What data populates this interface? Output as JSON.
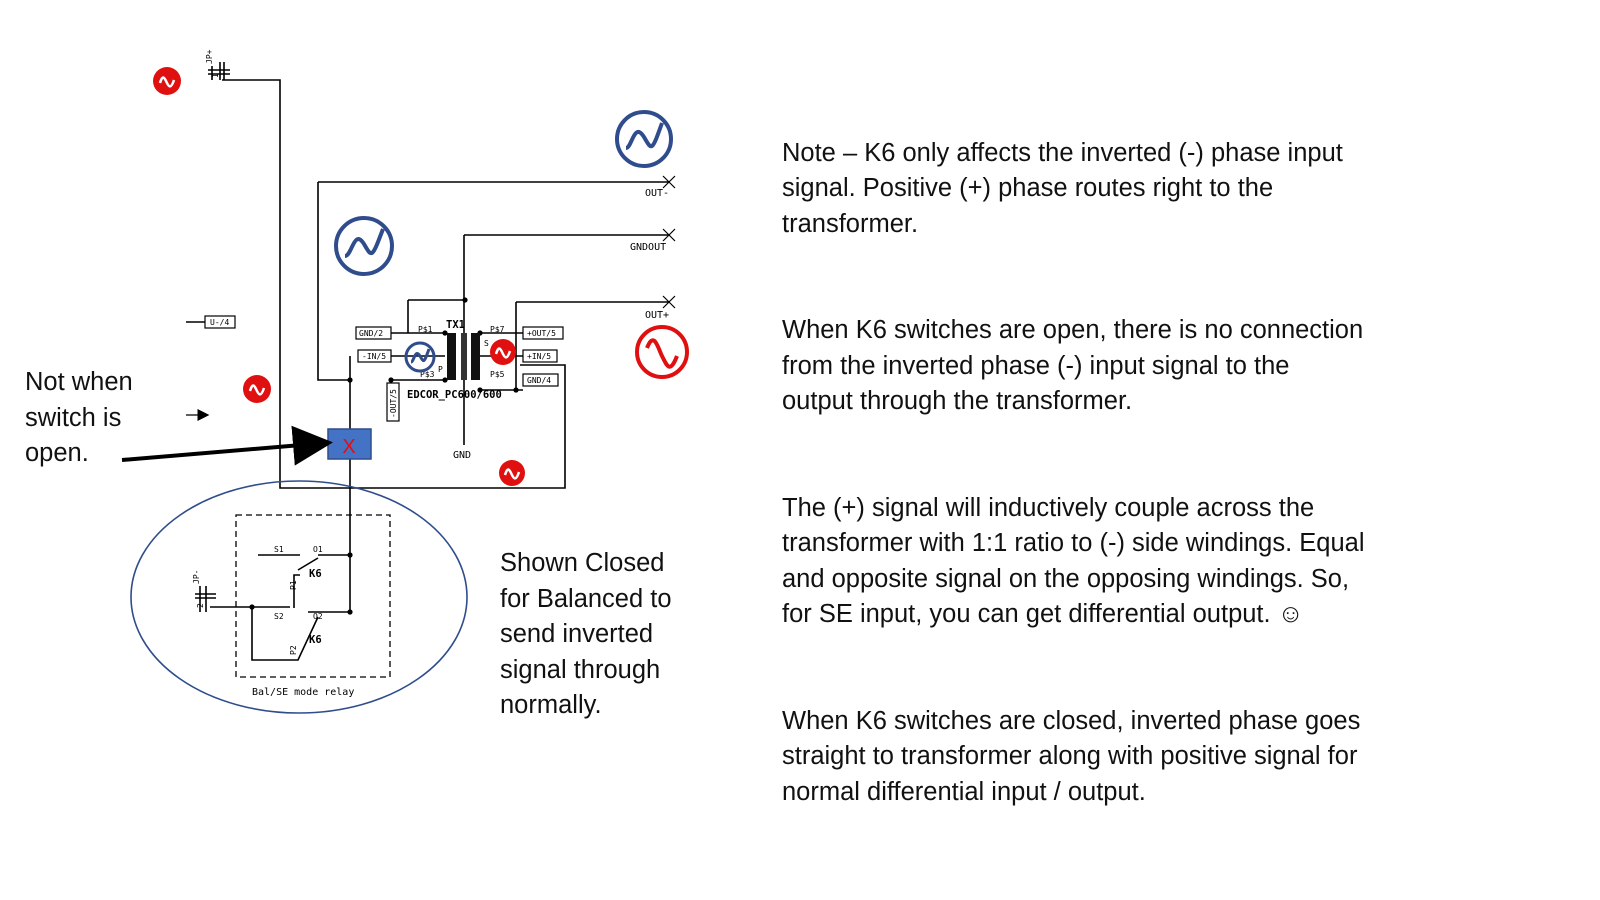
{
  "schematic": {
    "labels": {
      "out_minus": "OUT-",
      "gnd_out": "GNDOUT",
      "out_plus": "OUT+",
      "tx": "TX1",
      "part": "EDCOR_PC600/600",
      "gnd": "GND",
      "ps1": "P$1",
      "ps3": "P$3",
      "ps5": "P$5",
      "ps7": "P$7",
      "p_mark": "P",
      "s_mark": "S",
      "jp_plus": "JP+",
      "jp_minus": "JP-",
      "pin1": "1",
      "pin2": "2",
      "s1": "S1",
      "o1": "O1",
      "s2": "S2",
      "o2": "O2",
      "p1": "P1",
      "p2": "P2",
      "k6_top": "K6",
      "k6_bottom": "K6",
      "relay": "Bal/SE mode relay",
      "x_mark": "X"
    },
    "net_tags": {
      "u4": "U-/4",
      "gnd2": "GND/2",
      "in_minus": "-IN/5",
      "out_minus_vert": "-OUT/5",
      "out_plus_tag": "+OUT/5",
      "in_plus": "+IN/5",
      "gnd4": "GND/4"
    },
    "colors": {
      "blue_wave": "#2f4d8c",
      "red_wave": "#e01010",
      "switch_box": "#4472c4",
      "ellipse": "#2f4d8c"
    },
    "icons": [
      "sine-wave-blue-icon",
      "sine-wave-red-icon"
    ]
  },
  "captions": {
    "not_when": "Not when\nswitch is\nopen.",
    "shown_closed": "Shown Closed\nfor Balanced to\nsend inverted\nsignal through\nnormally."
  },
  "notes": {
    "p1": "Note – K6 only affects the inverted (-) phase input\nsignal.  Positive (+) phase routes right to the\ntransformer.",
    "p2": "When K6 switches are open, there is no connection\nfrom the inverted phase (-) input signal to the\noutput through the transformer.",
    "p3": "The (+) signal will inductively couple across the\ntransformer with 1:1 ratio to (-) side windings. Equal\nand opposite signal on the opposing windings.  So,\nfor SE input, you can get differential output.  ☺",
    "p4": "When K6 switches are closed, inverted phase goes\nstraight to transformer along with positive signal for\nnormal differential input / output."
  }
}
